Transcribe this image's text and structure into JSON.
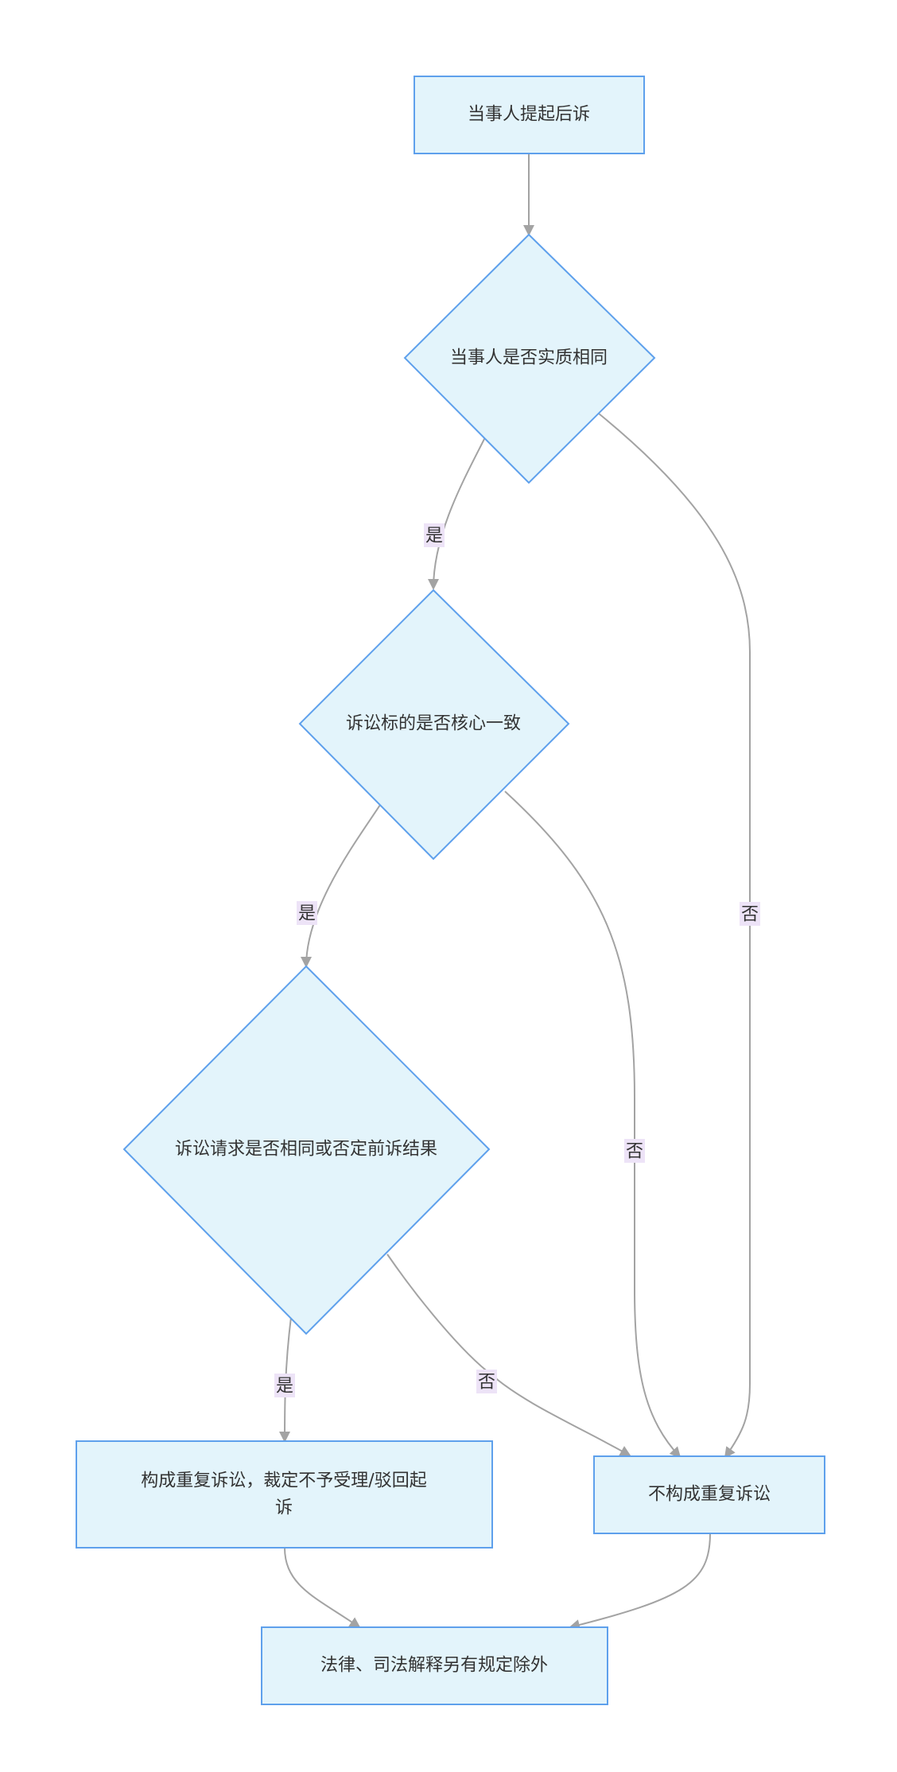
{
  "diagram": {
    "nodes": {
      "start": "当事人提起后诉",
      "d1": "当事人是否实质相同",
      "d2": "诉讼标的是否核心一致",
      "d3": "诉讼请求是否相同或否定前诉结果",
      "yes_line1": "构成重复诉讼，裁定不予受理/驳回起",
      "yes_line2": "诉",
      "no": "不构成重复诉讼",
      "end": "法律、司法解释另有规定除外"
    },
    "edges": {
      "d1_yes": "是",
      "d1_no": "否",
      "d2_yes": "是",
      "d2_no": "否",
      "d3_yes": "是",
      "d3_no": "否"
    }
  }
}
